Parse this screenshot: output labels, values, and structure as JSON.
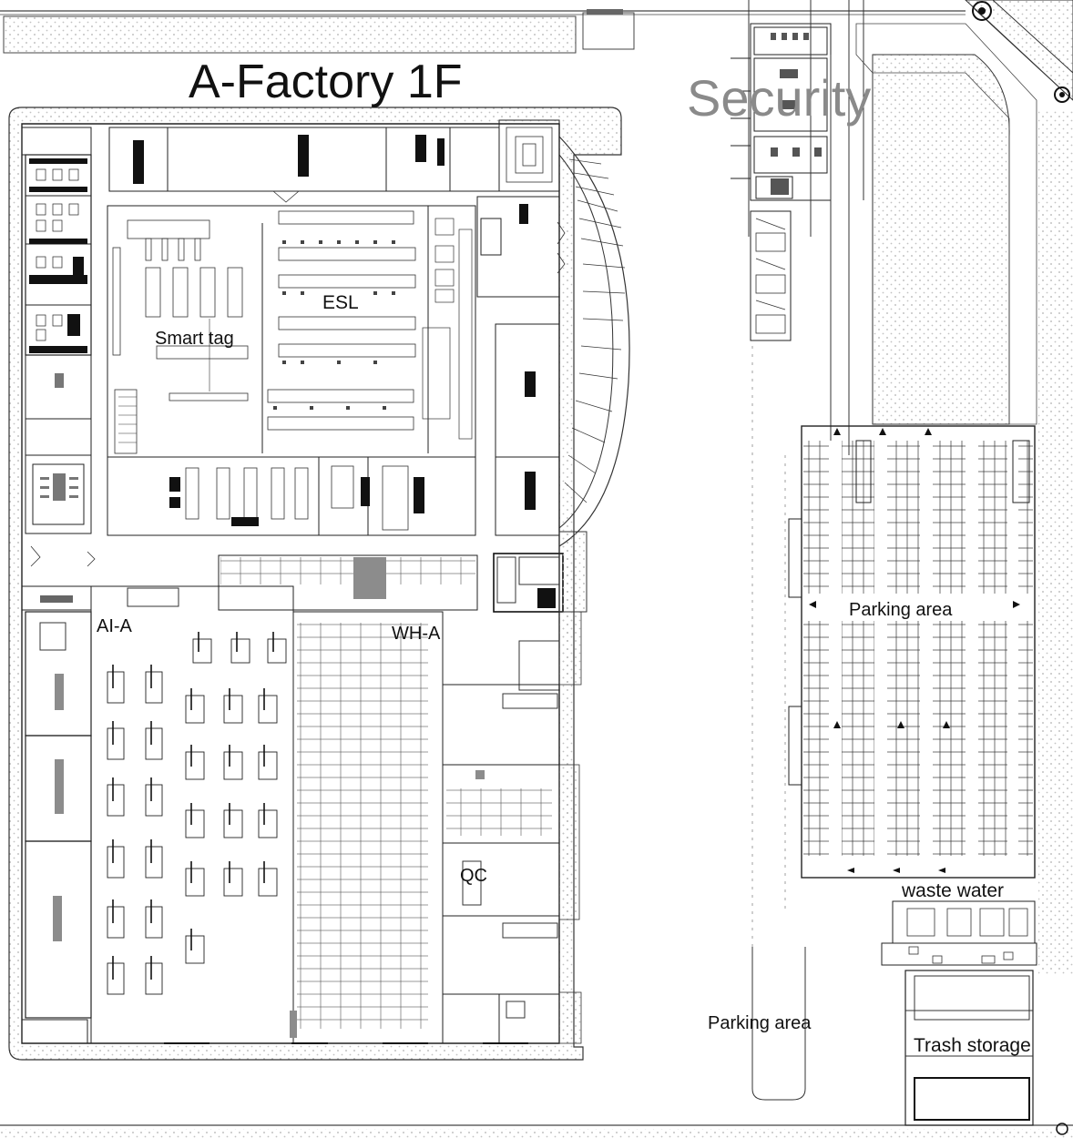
{
  "title": "A-Factory 1F",
  "areas": {
    "security": "Security",
    "esl": "ESL",
    "smart_tag": "Smart tag",
    "ai_a": "AI-A",
    "wh_a": "WH-A",
    "qc": "QC",
    "parking_main": "Parking area",
    "waste_water": "waste water",
    "parking_side": "Parking area",
    "trash_storage": "Trash storage"
  },
  "colors": {
    "line": "#222222",
    "hatch_dot": "#b5b5b5",
    "equipment": "#111111",
    "grey_block": "#8c8c8c"
  }
}
